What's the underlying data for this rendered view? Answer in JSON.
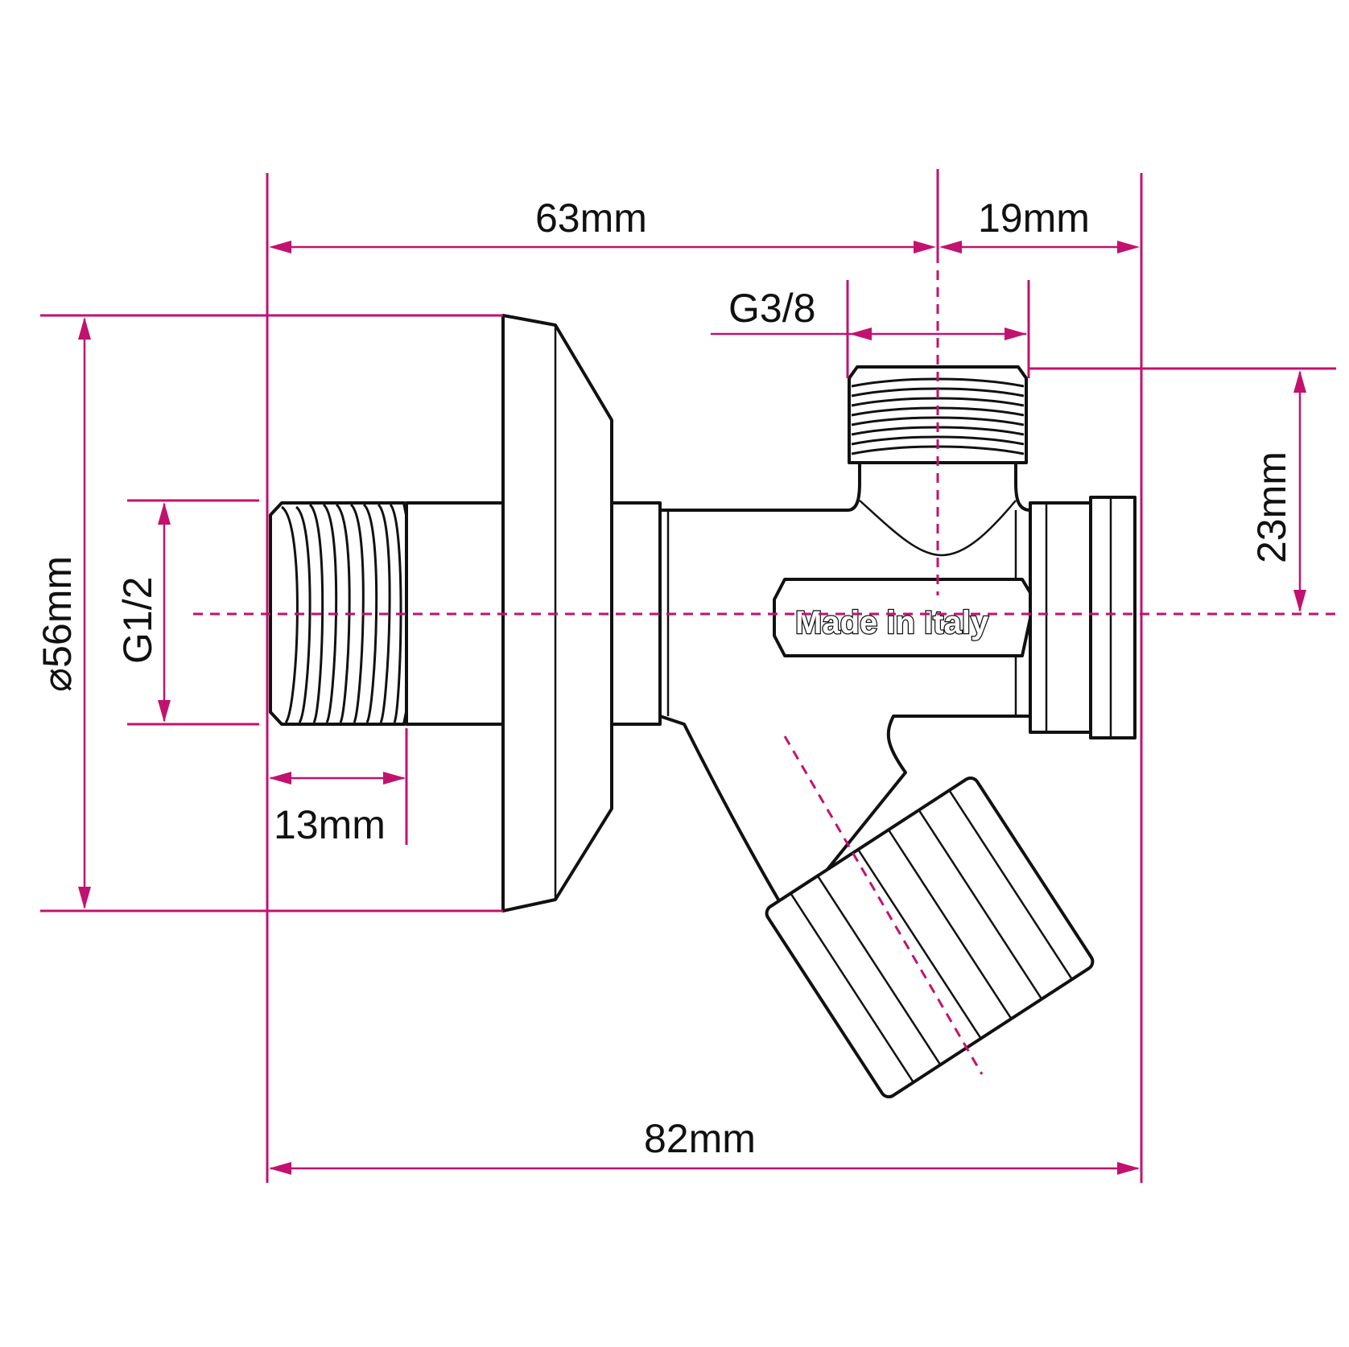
{
  "drawing": {
    "dimensions": {
      "length_top": "63mm",
      "outlet_offset": "19mm",
      "outlet_thread": "G3/8",
      "outlet_height": "23mm",
      "inlet_thread": "G1/2",
      "flange_diameter": "⌀56mm",
      "thread_length": "13mm",
      "overall_length": "82mm"
    },
    "stamp_text": "Made in Italy",
    "colors": {
      "dimension_lines": "#c2126f",
      "part_outline": "#111111",
      "background": "#ffffff"
    }
  }
}
